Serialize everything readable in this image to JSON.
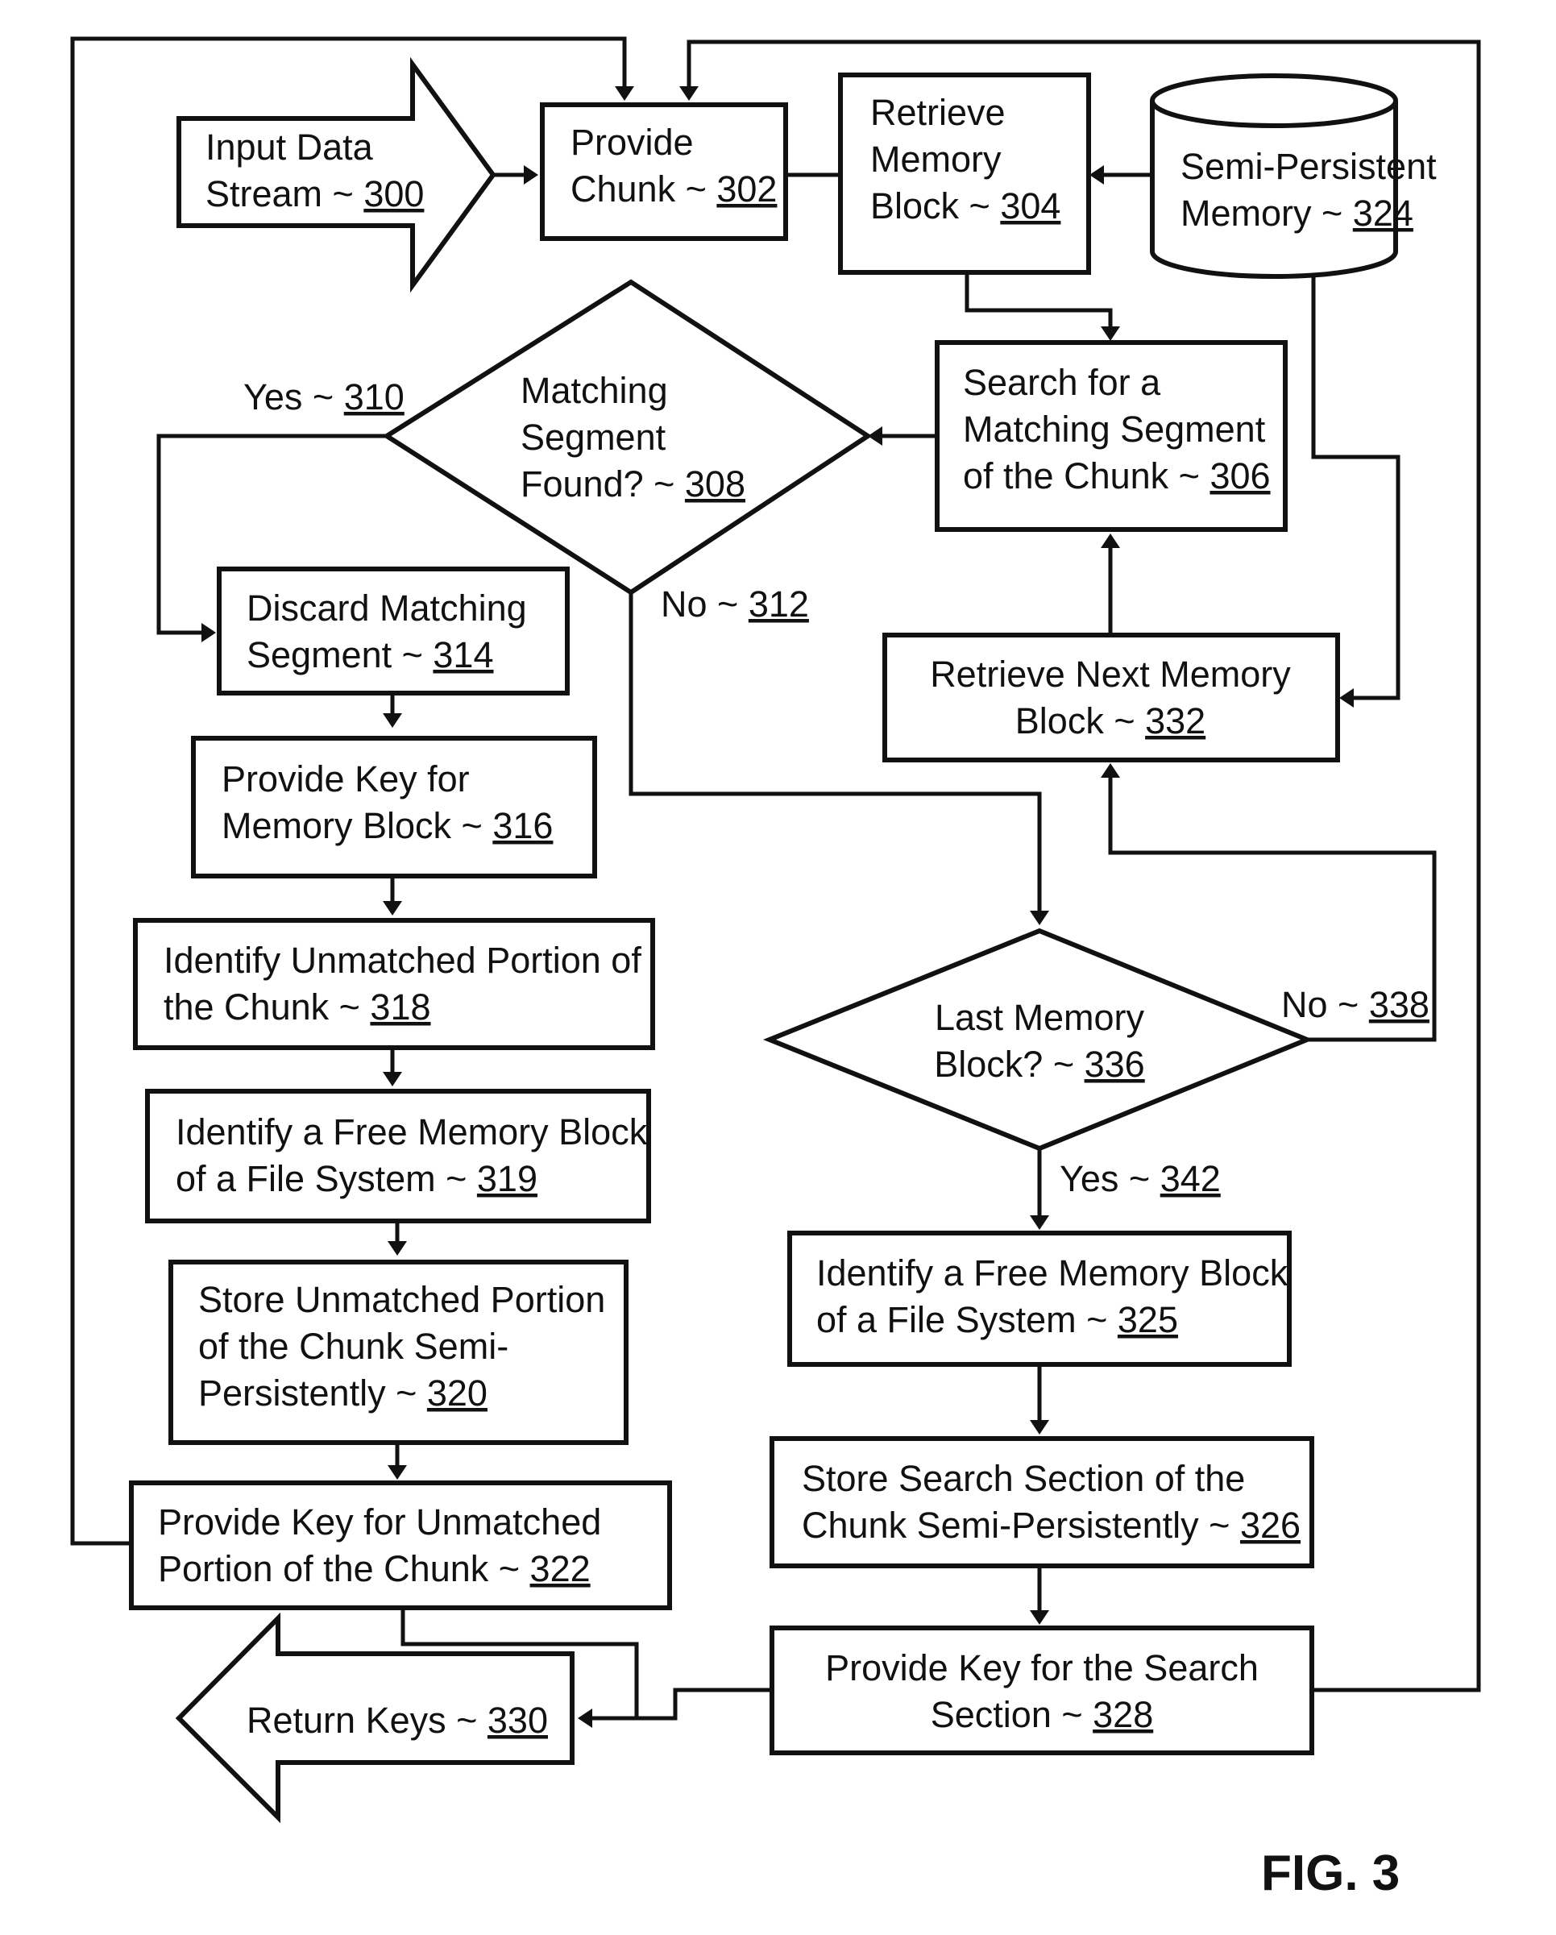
{
  "figure_label": "FIG. 3",
  "nodes": {
    "n300": {
      "lines": [
        "Input Data",
        "Stream ~ "
      ],
      "ref": "300"
    },
    "n302": {
      "lines": [
        "Provide",
        "Chunk ~ "
      ],
      "ref": "302"
    },
    "n304": {
      "lines": [
        "Retrieve",
        "Memory",
        "Block ~ "
      ],
      "ref": "304"
    },
    "n324": {
      "lines": [
        "Semi-Persistent",
        "Memory ~ "
      ],
      "ref": "324"
    },
    "n306": {
      "lines": [
        "Search for a",
        "Matching Segment",
        "of the Chunk ~ "
      ],
      "ref": "306"
    },
    "n308": {
      "lines": [
        "Matching",
        "Segment",
        "Found? ~ "
      ],
      "ref": "308"
    },
    "n314": {
      "lines": [
        "Discard Matching",
        "Segment ~ "
      ],
      "ref": "314"
    },
    "n316": {
      "lines": [
        "Provide Key for",
        "Memory Block ~ "
      ],
      "ref": "316"
    },
    "n318": {
      "lines": [
        "Identify Unmatched Portion of",
        "the Chunk ~ "
      ],
      "ref": "318"
    },
    "n319": {
      "lines": [
        "Identify a Free Memory Block",
        "of a File System ~ "
      ],
      "ref": "319"
    },
    "n320": {
      "lines": [
        "Store Unmatched Portion",
        "of the Chunk Semi-",
        "Persistently ~ "
      ],
      "ref": "320"
    },
    "n322": {
      "lines": [
        "Provide Key for Unmatched",
        "Portion of the Chunk ~ "
      ],
      "ref": "322"
    },
    "n330": {
      "lines": [
        "Return Keys ~ "
      ],
      "ref": "330"
    },
    "n332": {
      "lines": [
        "Retrieve Next Memory",
        "Block ~ "
      ],
      "ref": "332"
    },
    "n336": {
      "lines": [
        "Last Memory",
        "Block? ~ "
      ],
      "ref": "336"
    },
    "n325": {
      "lines": [
        "Identify a Free Memory Block",
        "of a File System ~ "
      ],
      "ref": "325"
    },
    "n326": {
      "lines": [
        "Store Search Section of the",
        "Chunk Semi-Persistently ~ "
      ],
      "ref": "326"
    },
    "n328": {
      "lines": [
        "Provide Key for the Search",
        "Section ~ "
      ],
      "ref": "328"
    }
  },
  "edge_labels": {
    "e310": {
      "text": "Yes ~ ",
      "ref": "310"
    },
    "e312": {
      "text": "No ~ ",
      "ref": "312"
    },
    "e338": {
      "text": "No ~ ",
      "ref": "338"
    },
    "e342": {
      "text": "Yes ~ ",
      "ref": "342"
    }
  }
}
